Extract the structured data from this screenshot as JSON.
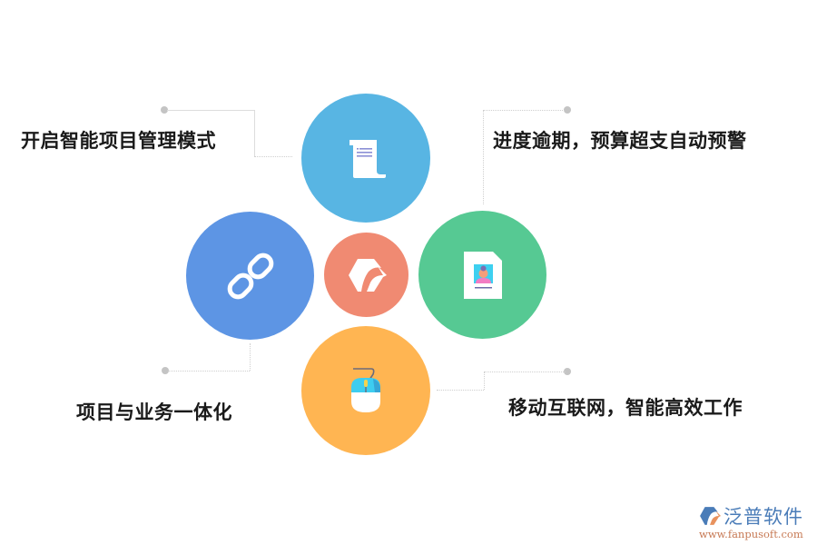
{
  "diagram": {
    "center": {
      "icon": "fanpu-logo-icon",
      "color": "#f08a72"
    },
    "nodes": [
      {
        "id": "top",
        "icon": "scroll-document-icon",
        "color": "#58b5e3"
      },
      {
        "id": "left",
        "icon": "chain-link-icon",
        "color": "#5d95e4"
      },
      {
        "id": "right",
        "icon": "profile-document-icon",
        "color": "#56c993"
      },
      {
        "id": "bottom",
        "icon": "computer-mouse-icon",
        "color": "#ffb552"
      }
    ],
    "labels": {
      "top_left": "开启智能项目管理模式",
      "top_right": "进度逾期，预算超支自动预警",
      "bottom_left": "项目与业务一体化",
      "bottom_right": "移动互联网，智能高效工作"
    }
  },
  "watermark": {
    "brand": "泛普软件",
    "url": "www.fanpusoft.com",
    "color": "#4a7cb8"
  }
}
